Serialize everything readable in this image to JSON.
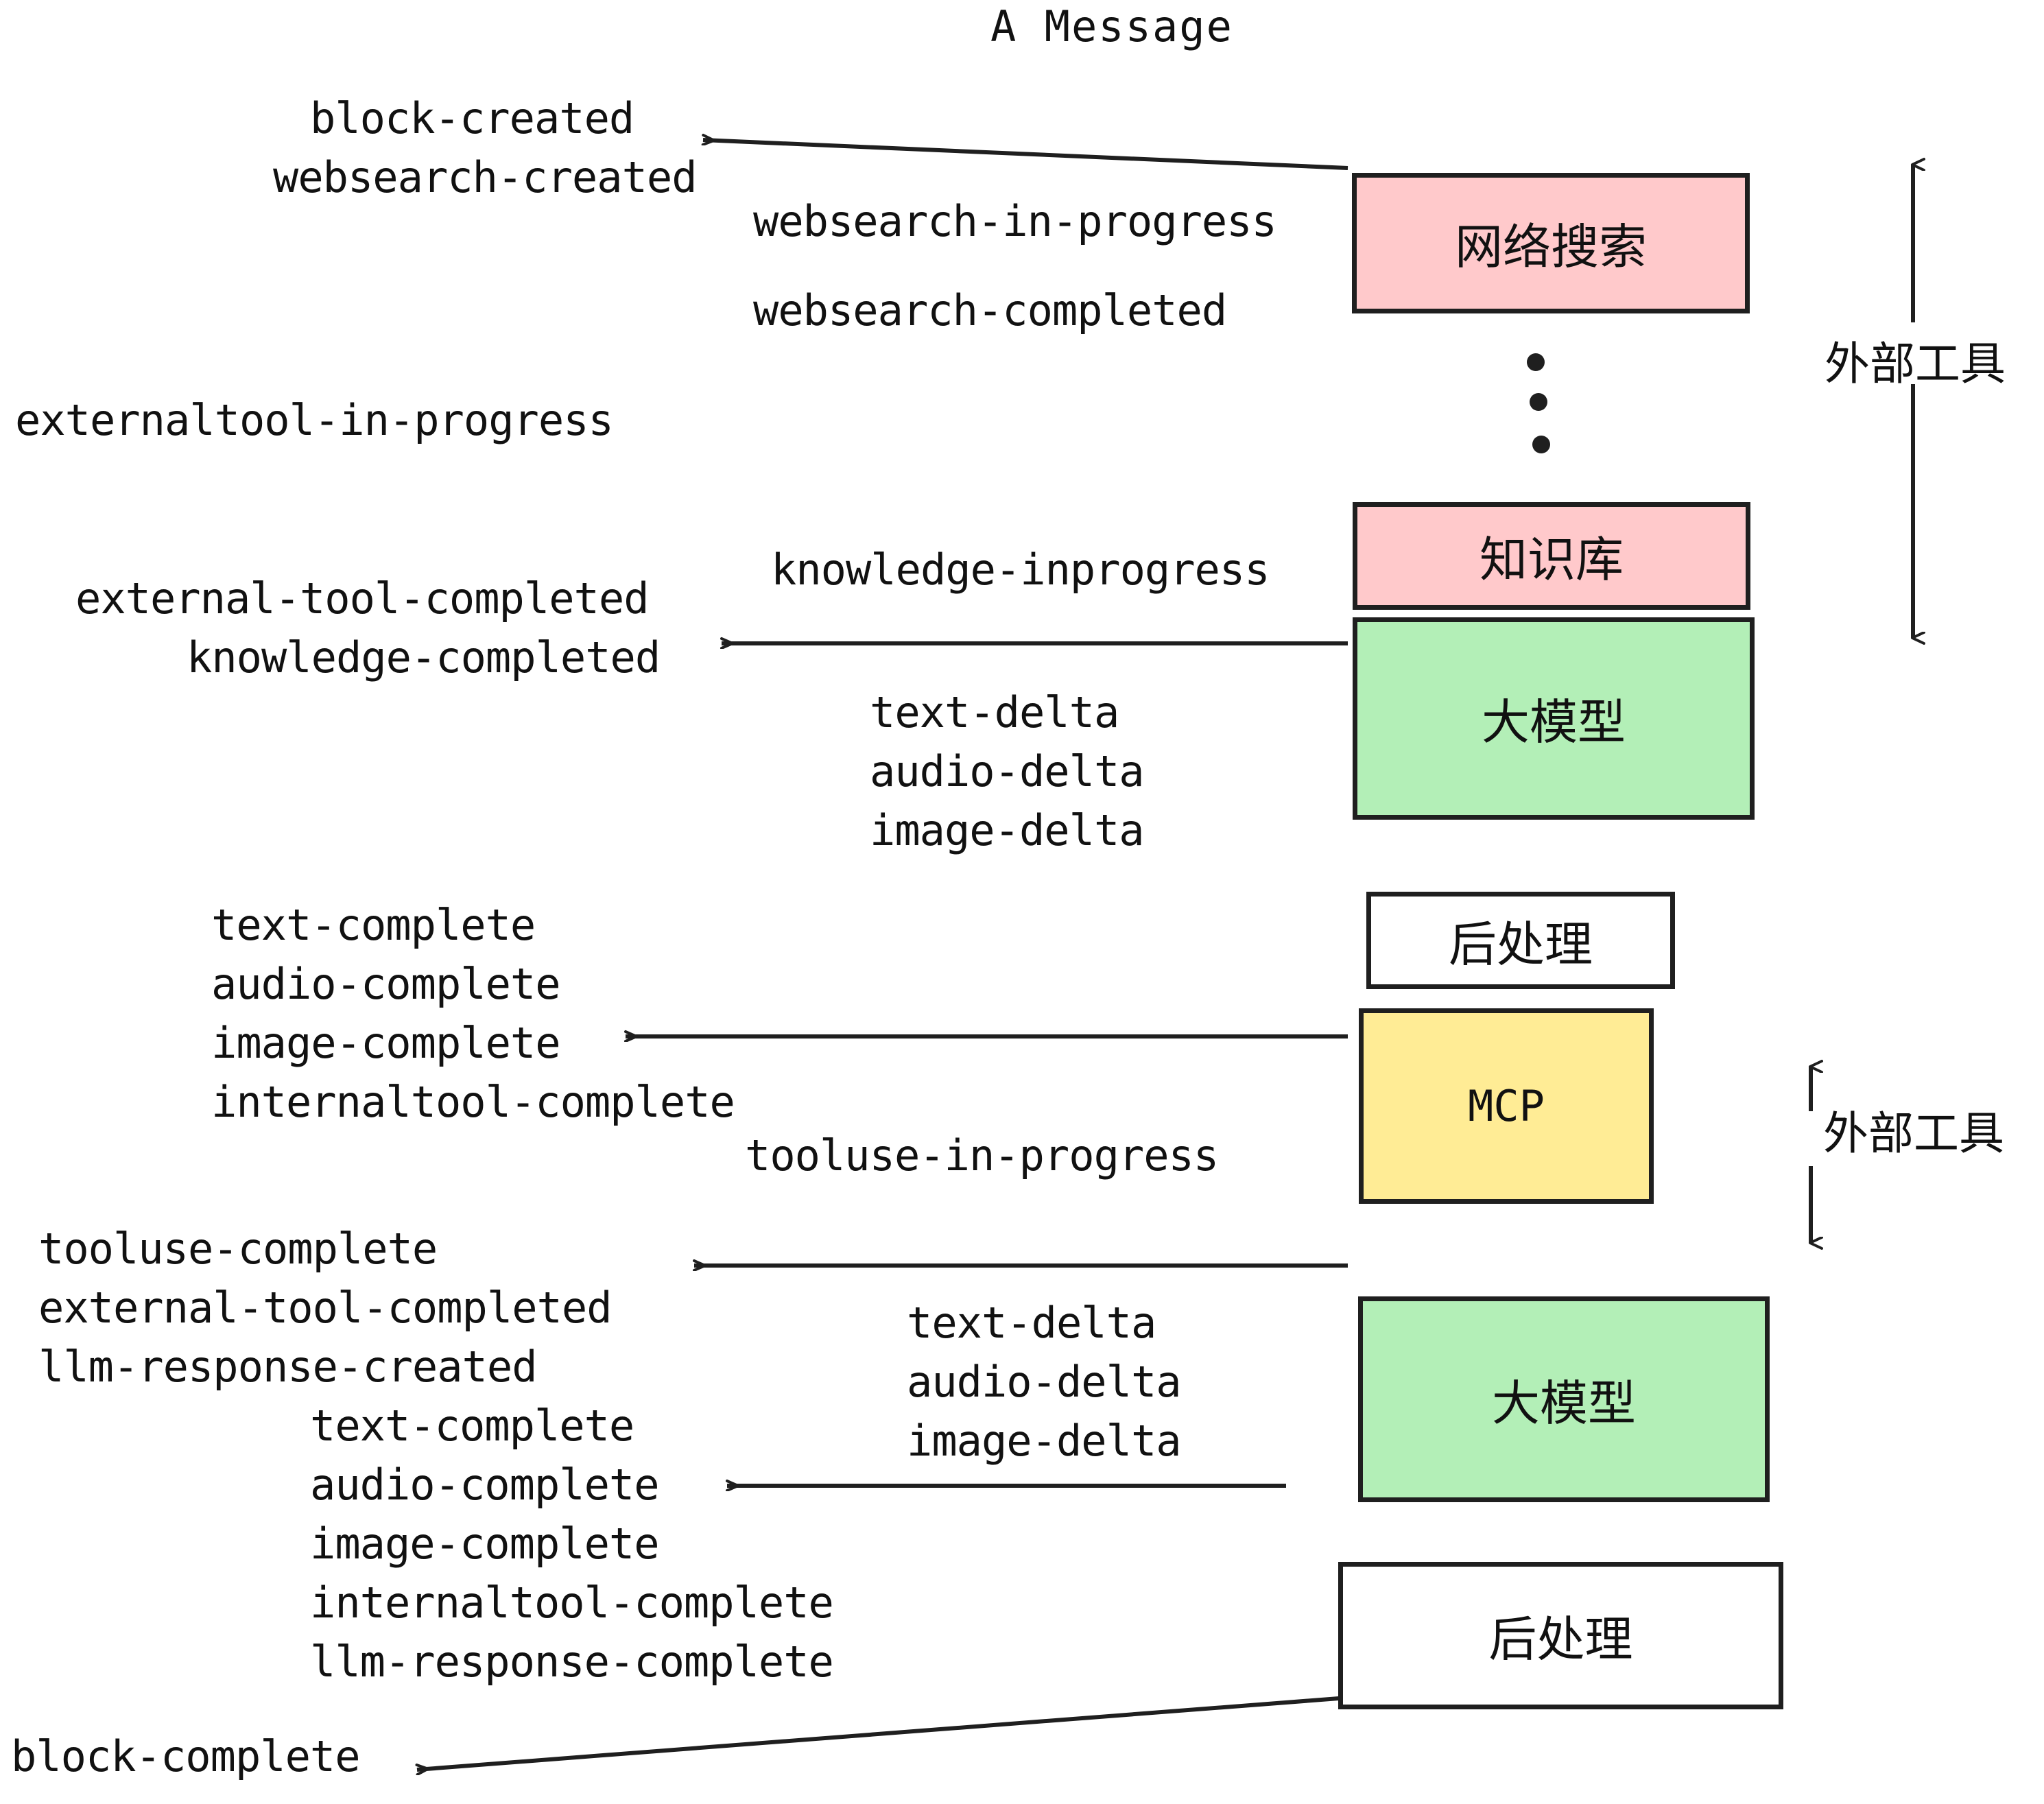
{
  "diagram": {
    "title": "A Message",
    "colors": {
      "external_tool_box": "#FFC9CB",
      "llm_box": "#B3EFB7",
      "mcp_box": "#FFEC95",
      "postprocess_box": "#FFFFFF",
      "stroke": "#1F1F1F",
      "text": "#111111",
      "background": "#FFFFFF"
    },
    "nodes": [
      {
        "id": "websearch",
        "label": "网络搜索",
        "kind": "external-tool",
        "fill": "#FFC9CB"
      },
      {
        "id": "knowledge",
        "label": "知识库",
        "kind": "external-tool",
        "fill": "#FFC9CB"
      },
      {
        "id": "llm-1",
        "label": "大模型",
        "kind": "llm",
        "fill": "#B3EFB7"
      },
      {
        "id": "post-1",
        "label": "后处理",
        "kind": "postprocess",
        "fill": "#FFFFFF"
      },
      {
        "id": "mcp",
        "label": "MCP",
        "kind": "external-tool",
        "fill": "#FFEC95"
      },
      {
        "id": "llm-2",
        "label": "大模型",
        "kind": "llm",
        "fill": "#B3EFB7"
      },
      {
        "id": "post-2",
        "label": "后处理",
        "kind": "postprocess",
        "fill": "#FFFFFF"
      }
    ],
    "side_labels": [
      {
        "id": "ext-top",
        "text": "外部工具"
      },
      {
        "id": "ext-bottom",
        "text": "外部工具"
      }
    ],
    "ellipsis_dots": 3,
    "events_left": [
      "block-created",
      "websearch-created",
      "externaltool-in-progress",
      "external-tool-completed",
      "knowledge-completed",
      "text-complete",
      "audio-complete",
      "image-complete",
      "internaltool-complete",
      "tooluse-complete",
      "external-tool-completed",
      "llm-response-created",
      "text-complete",
      "audio-complete",
      "image-complete",
      "internaltool-complete",
      "llm-response-complete",
      "block-complete"
    ],
    "events_right": [
      "websearch-in-progress",
      "websearch-completed",
      "knowledge-inprogress",
      "text-delta",
      "audio-delta",
      "image-delta",
      "tooluse-in-progress",
      "text-delta",
      "audio-delta",
      "image-delta"
    ]
  }
}
